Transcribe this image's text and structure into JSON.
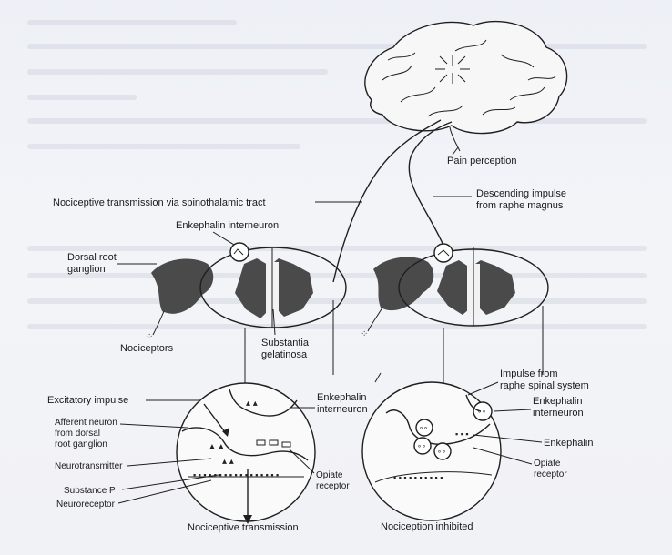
{
  "labels": {
    "pain_perception": "Pain perception",
    "nociceptive_transmission_tract": "Nociceptive transmission via spinothalamic tract",
    "descending_impulse_1": "Descending impulse",
    "descending_impulse_2": "from raphe magnus",
    "enkephalin_interneuron_top": "Enkephalin interneuron",
    "dorsal_root_1": "Dorsal root",
    "dorsal_root_2": "ganglion",
    "nociceptors": "Nociceptors",
    "substantia_1": "Substantia",
    "substantia_2": "gelatinosa",
    "excitatory_impulse": "Excitatory impulse",
    "afferent_1": "Afferent neuron",
    "afferent_2": "from dorsal",
    "afferent_3": "root ganglion",
    "neurotransmitter": "Neurotransmitter",
    "substance_p": "Substance P",
    "neuroreceptor": "Neuroreceptor",
    "enkephalin_interneuron_mid_1": "Enkephalin",
    "enkephalin_interneuron_mid_2": "interneuron",
    "opiate_receptor_left_1": "Opiate",
    "opiate_receptor_left_2": "receptor",
    "impulse_raphe_1": "Impulse from",
    "impulse_raphe_2": "raphe spinal system",
    "enkephalin_interneuron_right_1": "Enkephalin",
    "enkephalin_interneuron_right_2": "interneuron",
    "enkephalin": "Enkephalin",
    "opiate_receptor_right_1": "Opiate",
    "opiate_receptor_right_2": "receptor",
    "caption_left": "Nociceptive transmission",
    "caption_right": "Nociception inhibited"
  }
}
